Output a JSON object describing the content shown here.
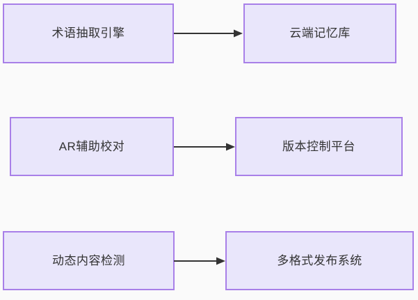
{
  "diagram": {
    "type": "flowchart",
    "orientation": "left-to-right",
    "background_color": "#fafafa",
    "node_fill_color": "#e9e6fb",
    "node_border_color": "#a87fe8",
    "edge_color": "#333333",
    "text_color": "#333333",
    "rows": [
      {
        "source": {
          "label": "术语抽取引擎"
        },
        "edge": {
          "kind": "arrow-right",
          "label": ""
        },
        "target": {
          "label": "云端记忆库"
        }
      },
      {
        "source": {
          "label": "AR辅助校对"
        },
        "edge": {
          "kind": "arrow-right",
          "label": ""
        },
        "target": {
          "label": "版本控制平台"
        }
      },
      {
        "source": {
          "label": "动态内容检测"
        },
        "edge": {
          "kind": "arrow-right",
          "label": ""
        },
        "target": {
          "label": "多格式发布系统"
        }
      }
    ]
  }
}
